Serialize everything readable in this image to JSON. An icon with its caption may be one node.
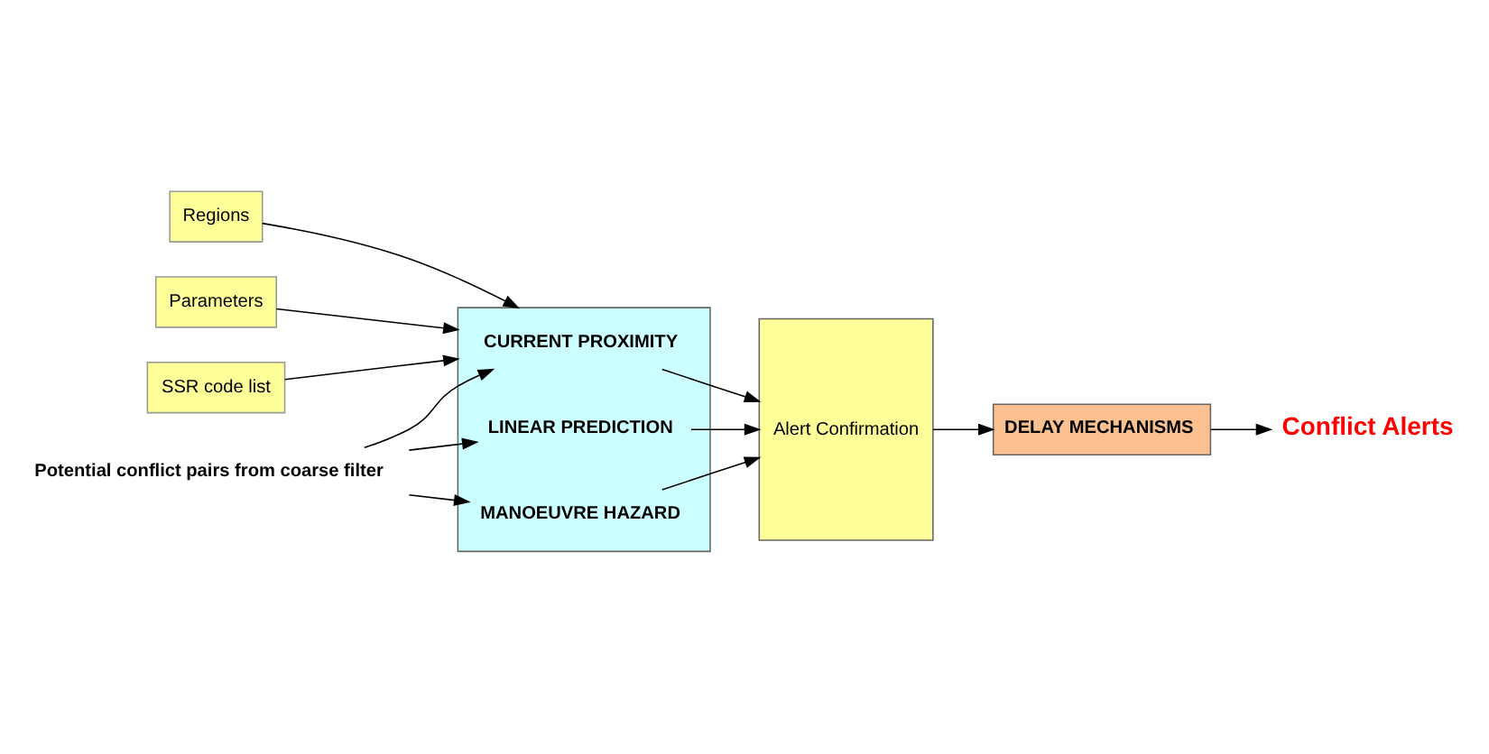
{
  "diagram": {
    "nodes": [
      {
        "text": [
          "Regions"
        ]
      },
      {
        "text": [
          "Parameters"
        ]
      },
      {
        "text": [
          "SSR code list"
        ]
      },
      {
        "text": [],
        "shape": "box"
      },
      {
        "text": [
          "LINEAR PREDICTION"
        ],
        "in": 3
      },
      {
        "text": [
          "CURRENT PROXIMITY"
        ],
        "in": 3
      },
      {
        "text": [
          "MANOEUVRE HAZARD"
        ],
        "in": 3
      },
      {
        "text": [
          "Potential conflict pairs from coarse filter"
        ]
      },
      {
        "text": [
          "Alert Confirmation"
        ]
      },
      {
        "text": [
          "DELAY MECHANISMS"
        ]
      },
      {
        "text": [
          "Conflict Alerts"
        ]
      }
    ],
    "edges": [
      {
        "from": 0,
        "to": 3,
        "arrow": "to"
      },
      {
        "from": 1,
        "to": 3,
        "arrow": "to"
      },
      {
        "from": 2,
        "to": 3,
        "arrow": "to"
      },
      {
        "from": 7,
        "to": 4,
        "arrow": "to"
      },
      {
        "from": 7,
        "to": 5,
        "arrow": "to"
      },
      {
        "from": 7,
        "to": 6,
        "arrow": "to"
      },
      {
        "from": 4,
        "to": 8,
        "arrow": "to"
      },
      {
        "from": 5,
        "to": 8,
        "arrow": "to"
      },
      {
        "from": 6,
        "to": 8,
        "arrow": "to"
      },
      {
        "from": 8,
        "to": 9,
        "arrow": "to"
      },
      {
        "from": 9,
        "to": 10,
        "arrow": "to"
      }
    ]
  }
}
